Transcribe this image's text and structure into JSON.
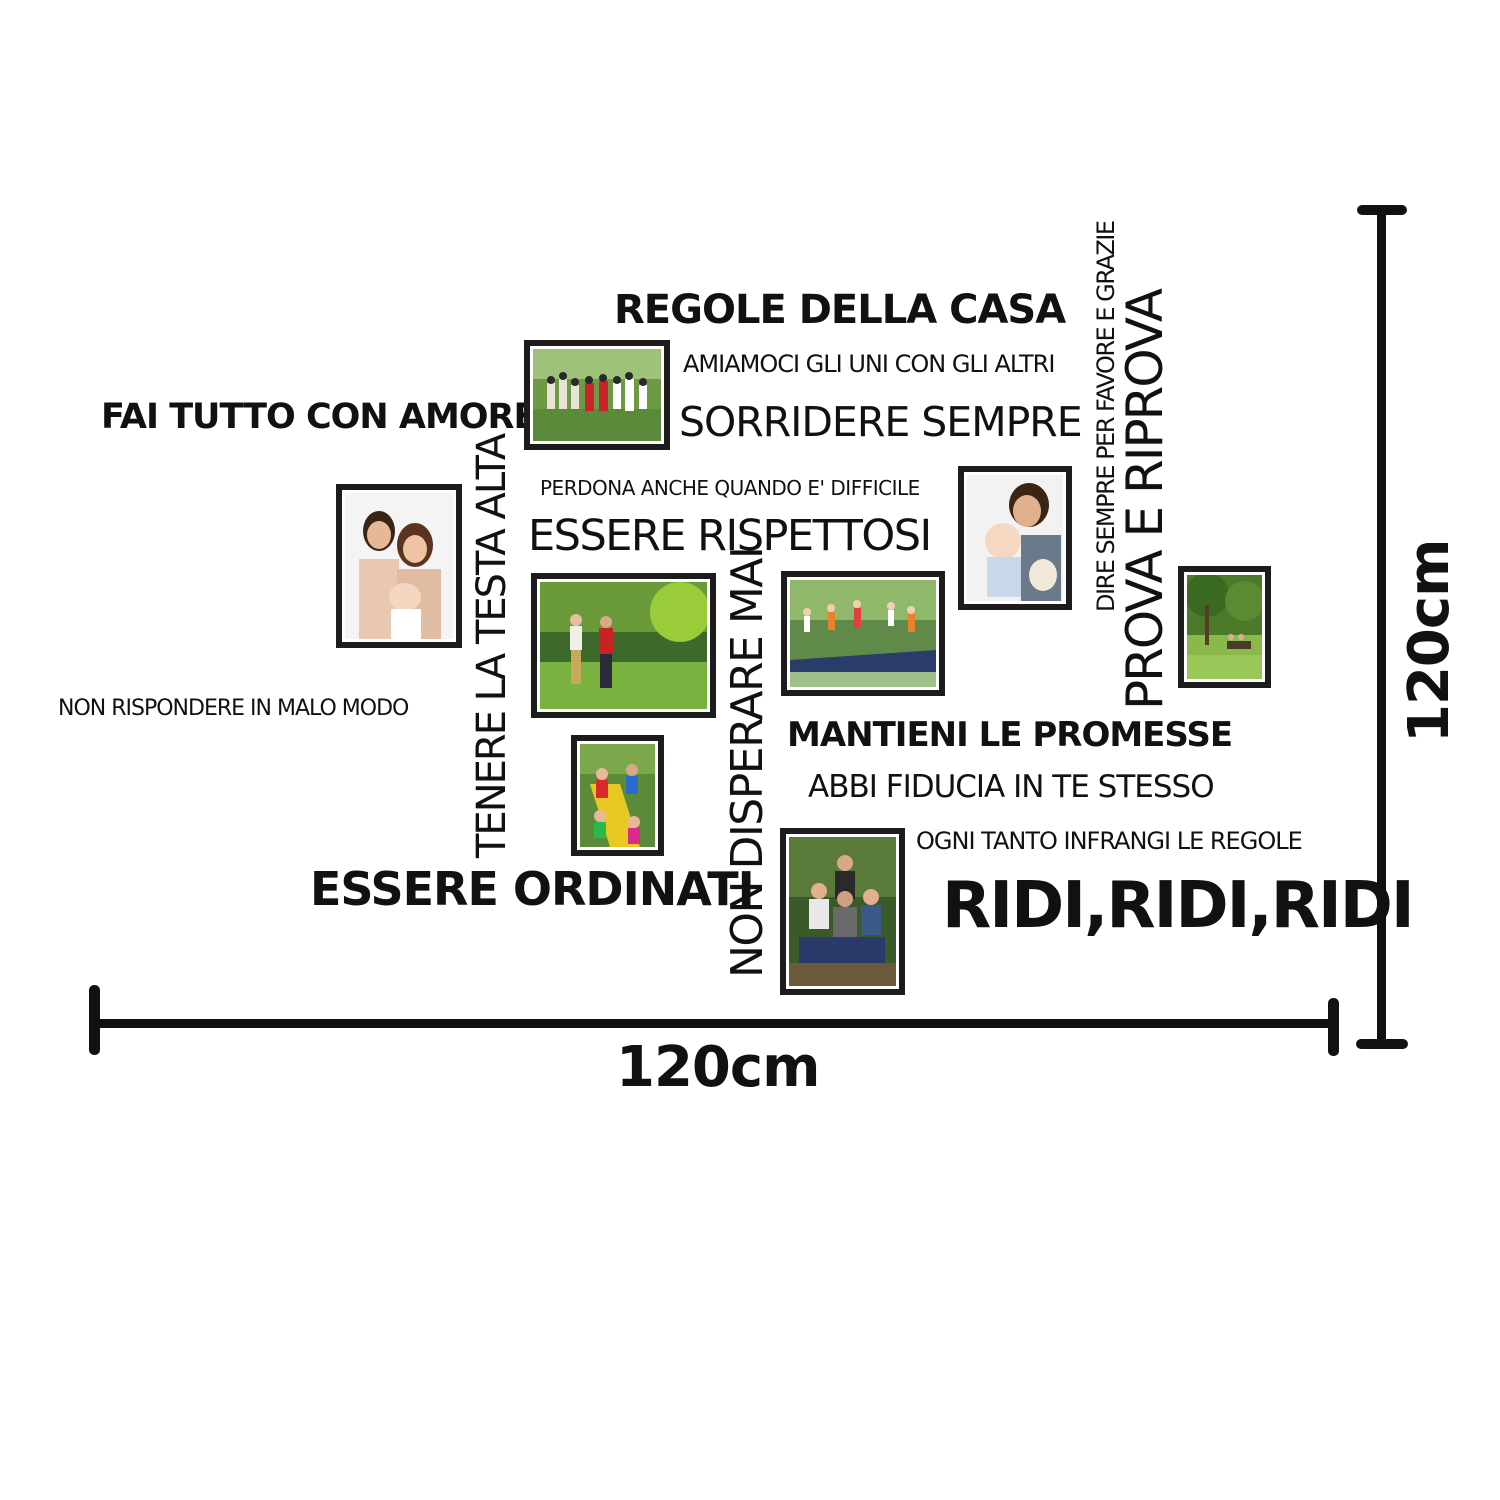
{
  "phrases": {
    "title": "REGOLE DELLA CASA",
    "amiamoci": "AMIAMOCI GLI UNI CON GLI ALTRI",
    "sorridere": "SORRIDERE SEMPRE",
    "fai_tutto": "FAI TUTTO CON AMORE",
    "perdona": "PERDONA ANCHE QUANDO E' DIFFICILE",
    "rispettosi": "ESSERE RISPETTOSI",
    "non_rispondere": "NON RISPONDERE IN MALO MODO",
    "tenere": "TENERE LA TESTA ALTA",
    "non_disperare": "NON DISPERARE MAI",
    "mantieni": "MANTIENI LE PROMESSE",
    "abbi_fiducia": "ABBI FIDUCIA IN TE STESSO",
    "ogni_tanto": "OGNI TANTO INFRANGI LE REGOLE",
    "ordinati": "ESSERE ORDINATI",
    "ridi": "RIDI,RIDI,RIDI",
    "dire_sempre": "DIRE SEMPRE PER FAVORE E GRAZIE",
    "prova": "PROVA E RIPROVA"
  },
  "dimensions": {
    "width_label": "120cm",
    "height_label": "120cm"
  },
  "colors": {
    "text": "#111111",
    "frame": "#1c1c1c",
    "mat": "#ffffff",
    "background": "#ffffff"
  }
}
